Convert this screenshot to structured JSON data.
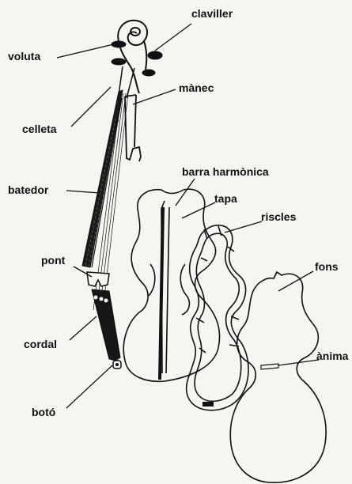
{
  "labels": {
    "voluta": "voluta",
    "claviller": "claviller",
    "manec": "mànec",
    "celleta": "celleta",
    "batedor": "batedor",
    "barra_harmonica": "barra harmònica",
    "tapa": "tapa",
    "riscles": "riscles",
    "pont": "pont",
    "fons": "fons",
    "cordal": "cordal",
    "anima": "ànima",
    "boto": "botó"
  },
  "colors": {
    "ink": "#111111",
    "paper": "#f6f5f2"
  }
}
